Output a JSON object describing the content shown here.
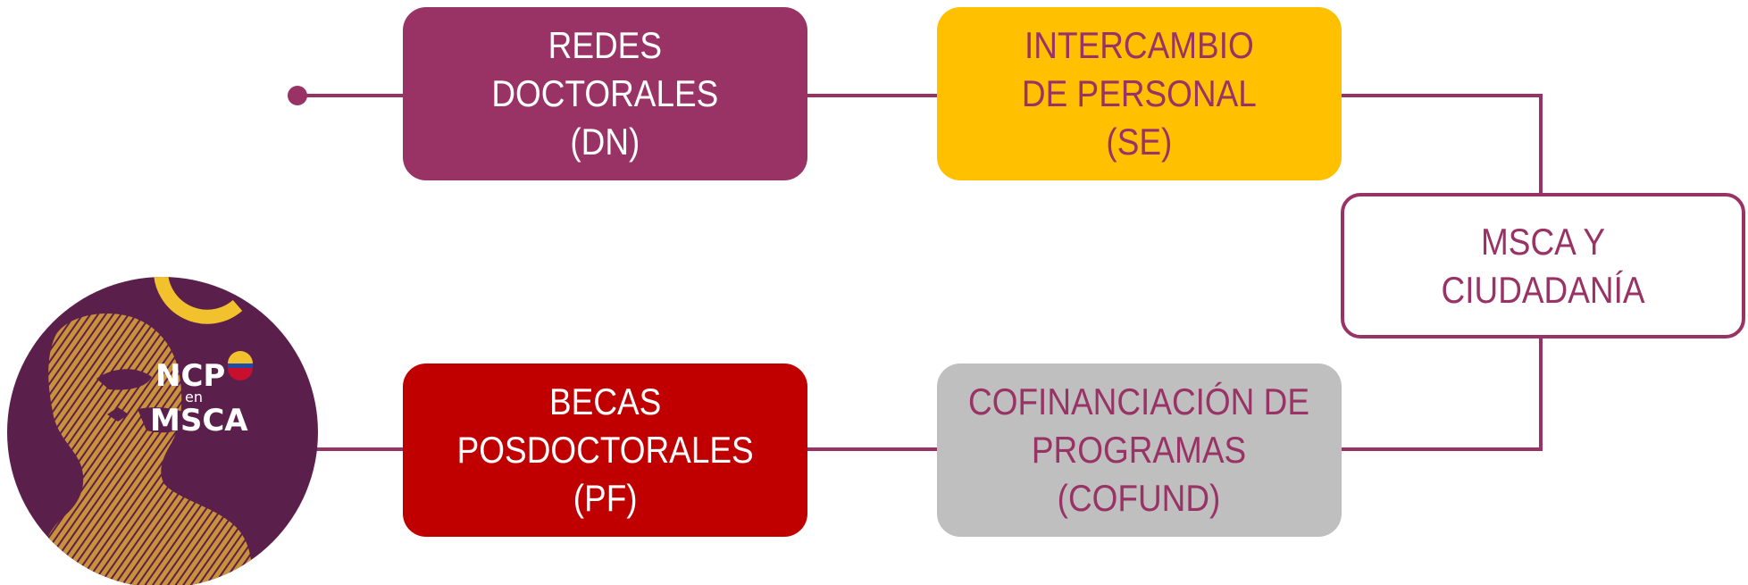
{
  "diagram": {
    "colors": {
      "connector": "#993366",
      "dn_fill": "#993366",
      "se_fill": "#FFC000",
      "pf_fill": "#C00000",
      "cofund_fill": "#BFBFBF",
      "ciudadania_border": "#993366",
      "text_primary": "#993366",
      "text_light": "#FFFFFF"
    },
    "boxes": {
      "dn": {
        "lines": [
          "REDES",
          "DOCTORALES",
          "(DN)"
        ]
      },
      "se": {
        "lines": [
          "INTERCAMBIO",
          "DE PERSONAL",
          "(SE)"
        ]
      },
      "pf": {
        "lines": [
          "BECAS",
          "POSDOCTORALES",
          "(PF)"
        ]
      },
      "cofund": {
        "lines": [
          "COFINANCIACIÓN DE",
          "PROGRAMAS",
          "(COFUND)"
        ]
      },
      "ciudadania": {
        "lines": [
          "MSCA Y",
          "CIUDADANÍA"
        ]
      }
    }
  },
  "logo": {
    "line1": "NCP",
    "line2": "en",
    "line3": "MSCA",
    "colors": {
      "background": "#5B1F4B",
      "figure": "#C9913A",
      "accent": "#F2C12E",
      "text": "#FFFFFF"
    }
  }
}
